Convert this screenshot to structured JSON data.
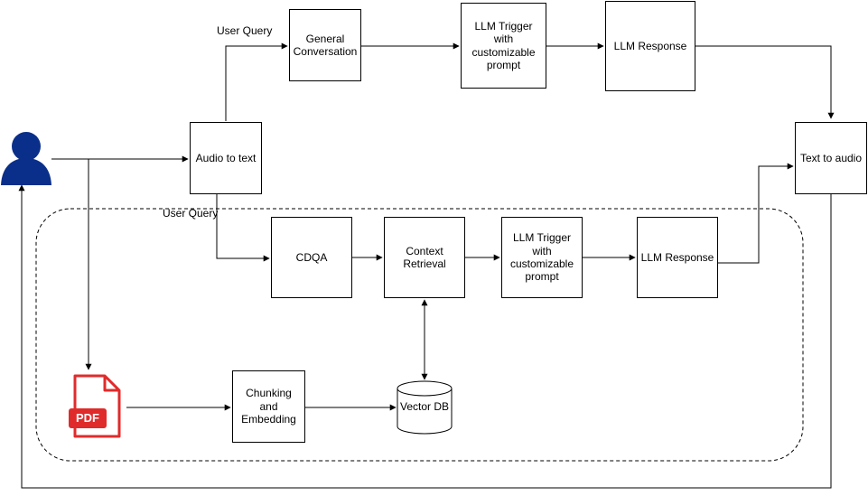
{
  "diagram": {
    "edge_labels": {
      "user_query_top": "User Query",
      "user_query_bottom": "User Query"
    },
    "nodes": {
      "general_conversation": "General Conversation",
      "llm_trigger_top": "LLM Trigger with customizable prompt",
      "llm_response_top": "LLM Response",
      "audio_to_text": "Audio to text",
      "text_to_audio": "Text to audio",
      "cdqa": "CDQA",
      "context_retrieval": "Context Retrieval",
      "llm_trigger_bottom": "LLM Trigger with customizable prompt",
      "llm_response_bottom": "LLM Response",
      "chunking_embedding": "Chunking and Embedding",
      "vector_db": "Vector DB",
      "pdf_badge": "PDF"
    },
    "colors": {
      "user": "#0a2f8a",
      "pdf": "#e02b2b",
      "stroke": "#000000"
    },
    "icons": [
      "user-icon",
      "pdf-file-icon",
      "database-icon"
    ]
  }
}
